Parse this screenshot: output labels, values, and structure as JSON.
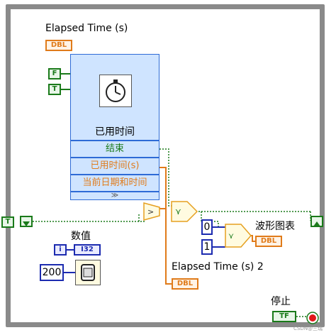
{
  "labels": {
    "elapsed_time": "Elapsed Time (s)",
    "elapsed_time_2": "Elapsed Time (s) 2",
    "numeric": "数值",
    "waveform_chart": "波形图表",
    "stop": "停止"
  },
  "terminals": {
    "elapsed_dbl": "DBL",
    "elapsed2_dbl": "DBL",
    "waveform_dbl": "DBL",
    "numeric_i32": "I32",
    "stop_tf": "TF",
    "shift_i": "i"
  },
  "constants": {
    "bool_false": "F",
    "bool_true": "T",
    "loop_true": "T",
    "wait_ms": "200",
    "select_zero": "0",
    "select_one": "1"
  },
  "express_vi": {
    "title": "已用时间",
    "outputs": [
      "结束",
      "已用时间(s)",
      "当前日期和时间"
    ],
    "expand_arrow": "≫"
  },
  "colors": {
    "loop_border": "#8a8a8a",
    "wire_bool": "#1a7a1a",
    "wire_dbl": "#e07b1a",
    "wire_int": "#1c2bb0",
    "vi_blue": "#2e6bd6"
  },
  "watermark": "CSDN@三瑞"
}
